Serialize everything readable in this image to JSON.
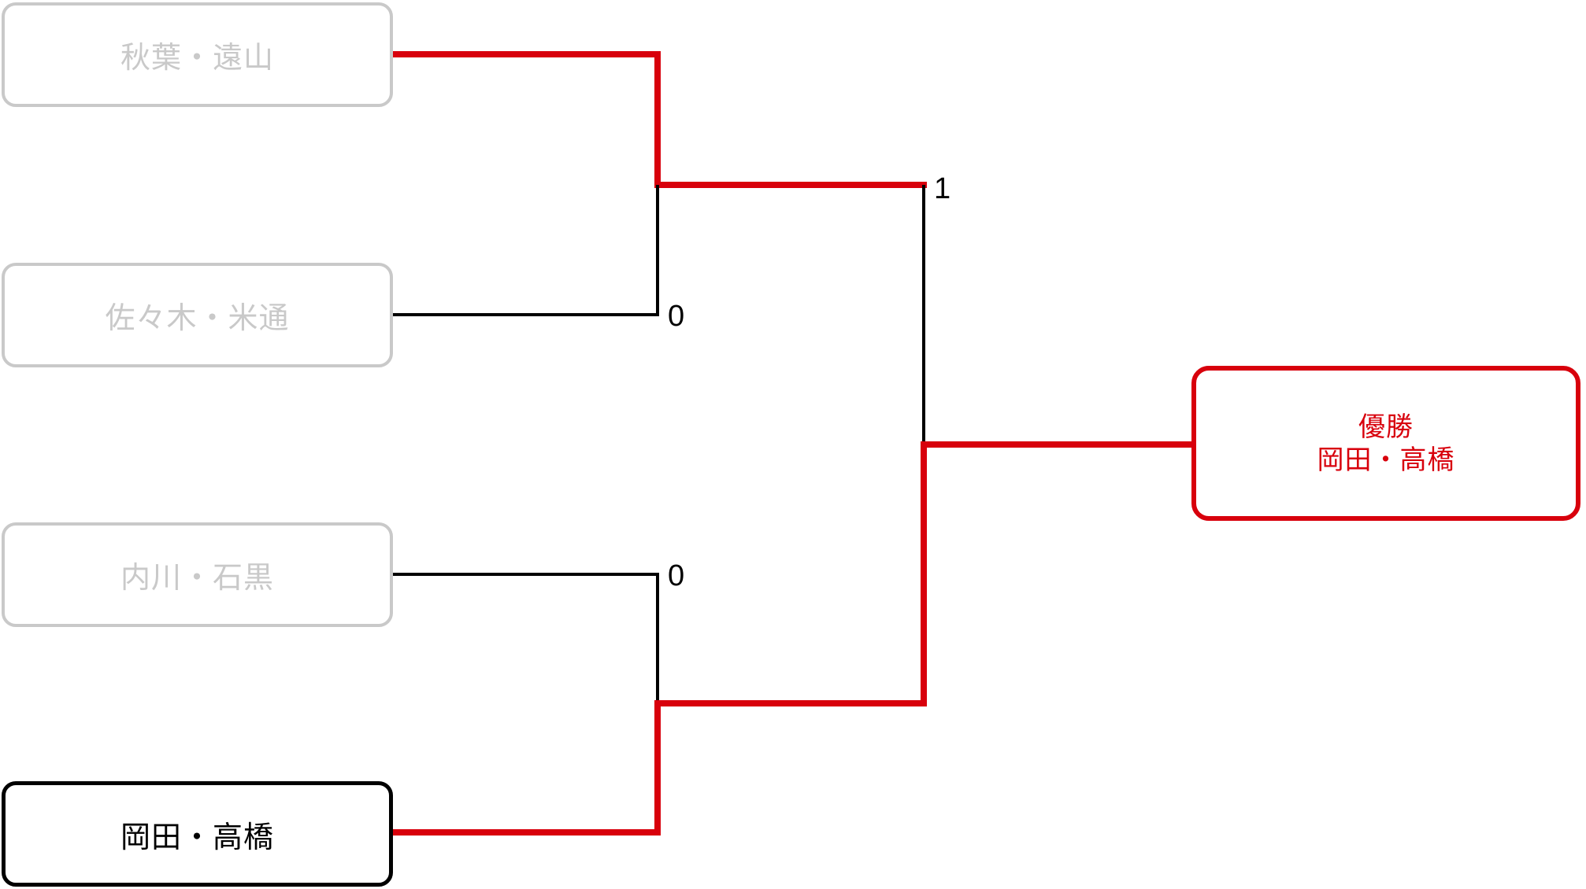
{
  "colors": {
    "winner": "#d8000c",
    "eliminated": "#c9c9c9",
    "text": "#000000",
    "background": "#ffffff"
  },
  "bracket": {
    "round1": {
      "match1": {
        "team_top": "秋葉・遠山",
        "team_bottom": "佐々木・米通",
        "loser_score": "0"
      },
      "match2": {
        "team_top": "内川・石黒",
        "team_bottom": "岡田・高橋",
        "loser_score": "0"
      }
    },
    "final": {
      "top_score": "1"
    },
    "champion": {
      "title": "優勝",
      "name": "岡田・高橋"
    }
  }
}
